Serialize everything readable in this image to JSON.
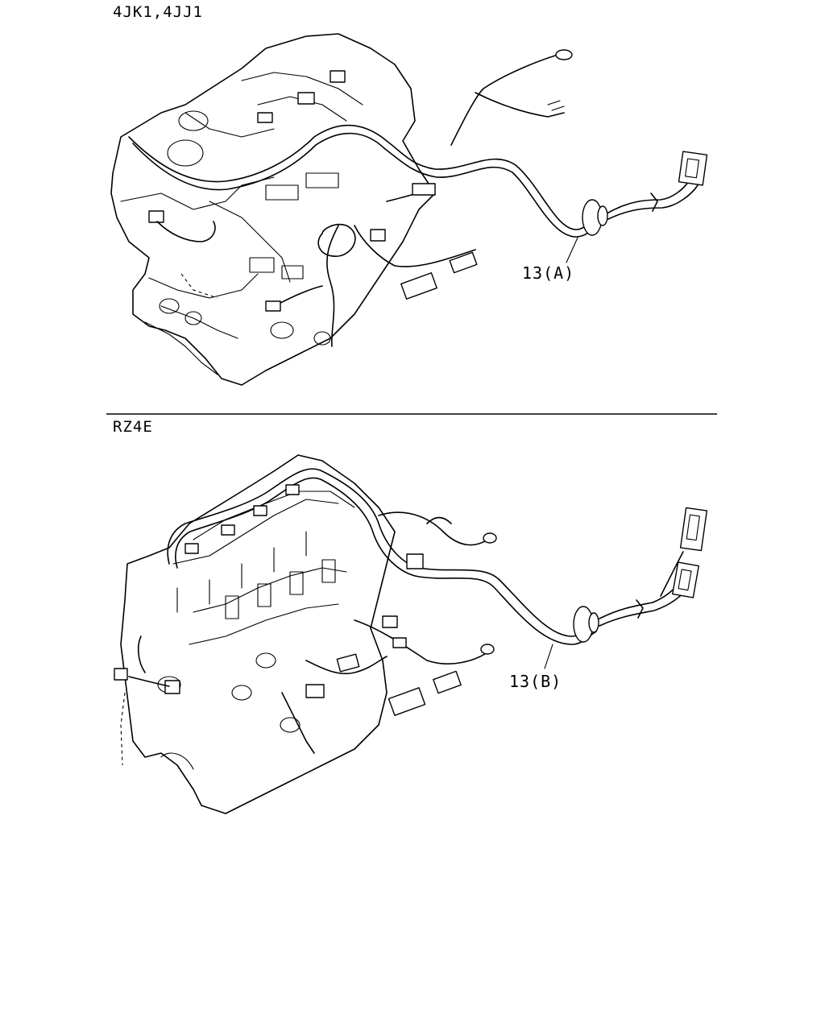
{
  "sections": [
    {
      "engine_label": "4JK1,4JJ1",
      "callout": "13(A)"
    },
    {
      "engine_label": "RZ4E",
      "callout": "13(B)"
    }
  ]
}
